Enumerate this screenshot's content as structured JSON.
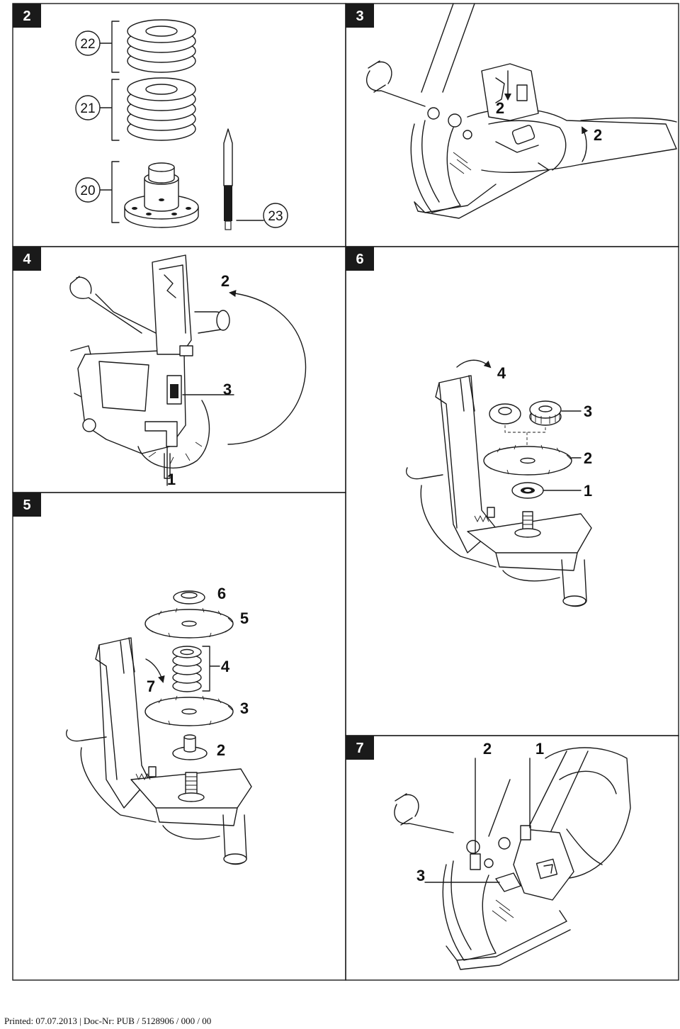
{
  "panels": {
    "p2": {
      "number": "2",
      "labels": {
        "washers_top": "22",
        "washers_mid": "21",
        "flange": "20",
        "pin": "23"
      }
    },
    "p3": {
      "number": "3",
      "labels": {
        "arrow_down": "2",
        "arrow_up": "2"
      }
    },
    "p4": {
      "number": "4",
      "labels": {
        "arc": "2",
        "lever": "3",
        "latch": "1"
      }
    },
    "p5": {
      "number": "5",
      "labels": {
        "nut": "6",
        "blade_top": "5",
        "spacers": "4",
        "rotate": "7",
        "blade_bottom": "3",
        "flange": "2"
      }
    },
    "p6": {
      "number": "6",
      "labels": {
        "rotate": "4",
        "nut": "3",
        "blade": "2",
        "flange": "1"
      }
    },
    "p7": {
      "number": "7",
      "labels": {
        "a": "2",
        "b": "1",
        "c": "3"
      }
    }
  },
  "footer": {
    "text": "Printed: 07.07.2013 | Doc-Nr: PUB / 5128906 / 000 / 00"
  }
}
